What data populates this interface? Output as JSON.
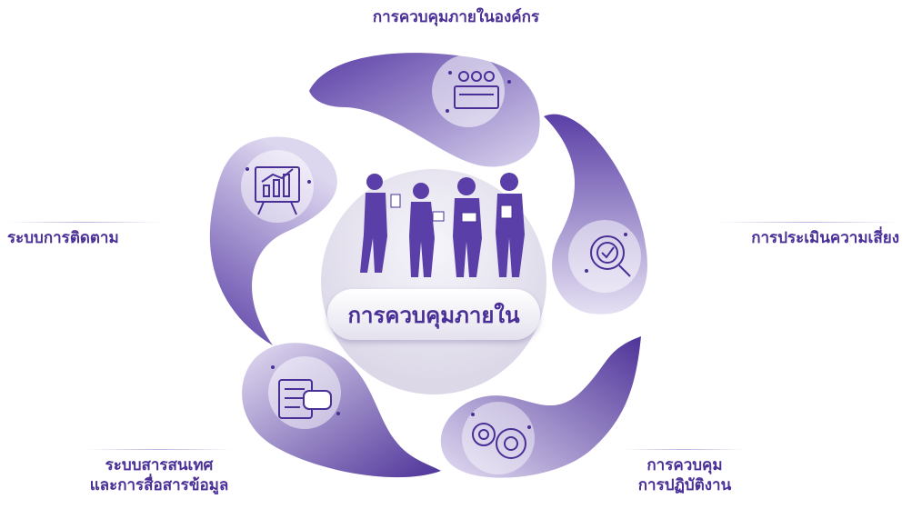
{
  "diagram": {
    "center_title": "การควบคุมภายใน",
    "components": [
      {
        "label": "การควบคุมภายในองค์กร",
        "icon": "board-meeting-icon"
      },
      {
        "label": "การประเมินความเสี่ยง",
        "icon": "risk-assessment-icon"
      },
      {
        "label_line1": "การควบคุม",
        "label_line2": "การปฏิบัติงาน",
        "icon": "gears-icon"
      },
      {
        "label_line1": "ระบบสารสนเทศ",
        "label_line2": "และการสื่อสารข้อมูล",
        "icon": "information-chat-icon"
      },
      {
        "label": "ระบบการติดตาม",
        "icon": "chart-monitoring-icon"
      }
    ],
    "colors": {
      "primary": "#4a2f96",
      "petal_dark": "#5a3fa6",
      "petal_light": "#d9d2ee",
      "center_disc": "#e6e3ef"
    }
  }
}
